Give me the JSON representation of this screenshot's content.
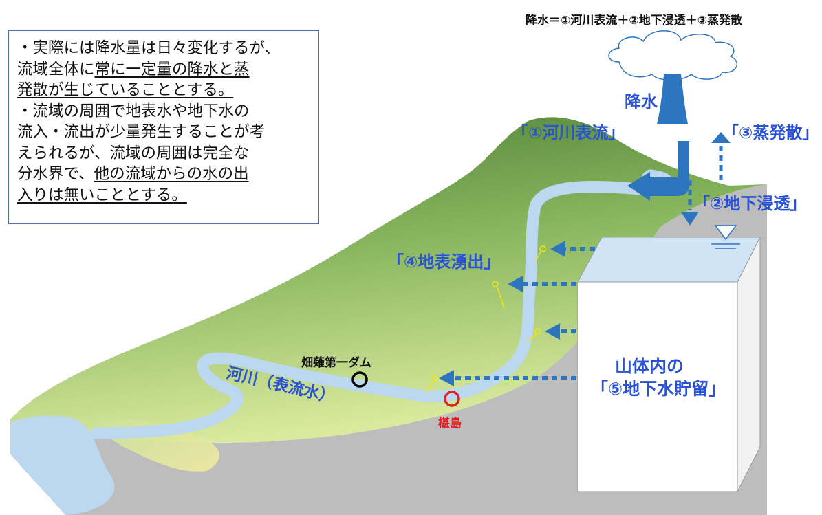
{
  "equation": "降水＝①河川表流＋②地下浸透＋③蒸発散",
  "note": {
    "b1_plain1": "・実際には降水量は日々変化するが、",
    "b1_plain2": "流域全体に",
    "b1_under1": "常に一定量の降水と蒸",
    "b1_under2": "発散が生じていることとする。",
    "b2_line1": "・流域の周囲で地表水や地下水の",
    "b2_line2": "流入・流出が少量発生することが考",
    "b2_line3": "えられるが、流域の周囲は完全な",
    "b2_plain4": "分水界で、",
    "b2_under4": "他の流域からの水の出",
    "b2_under5": "入りは無いこととする。"
  },
  "labels": {
    "rain": "降水",
    "river_surface": "「①河川表流」",
    "evapotranspiration": "「③蒸発散」",
    "infiltration": "「②地下浸透」",
    "spring": "「④地表湧出」",
    "river": "河川（表流水）",
    "storage_line1": "山体内の",
    "storage_line2": "「⑤地下水貯留」",
    "dam": "畑薙第一ダム",
    "station": "椹島"
  },
  "colors": {
    "label_blue": "#2a52d6",
    "arrow_blue": "#2e75c0",
    "river": "#bcd8f0",
    "mountain_top": "#5a8a3e",
    "mountain_bottom": "#cfe49a",
    "rock": "#bdbdbd",
    "station_red": "#e02020",
    "spring_marker": "#f2e800"
  }
}
